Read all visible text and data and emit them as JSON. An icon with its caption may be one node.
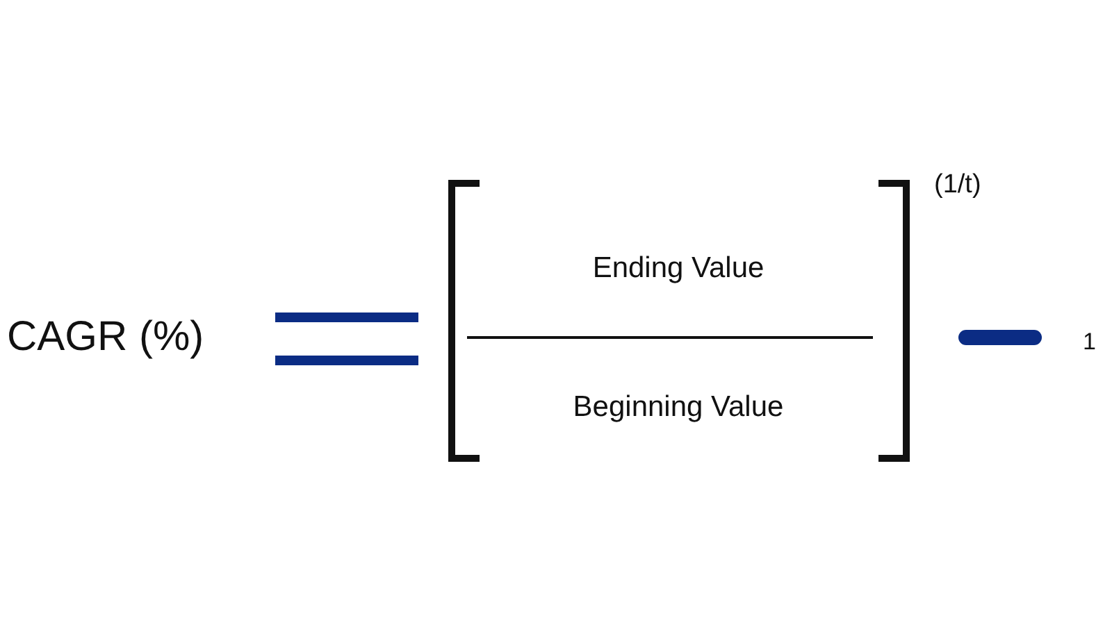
{
  "diagram": {
    "labels": [
      "CAGR (%)",
      "Ending Value",
      "Beginning Value",
      "(1/t)",
      "1"
    ]
  }
}
